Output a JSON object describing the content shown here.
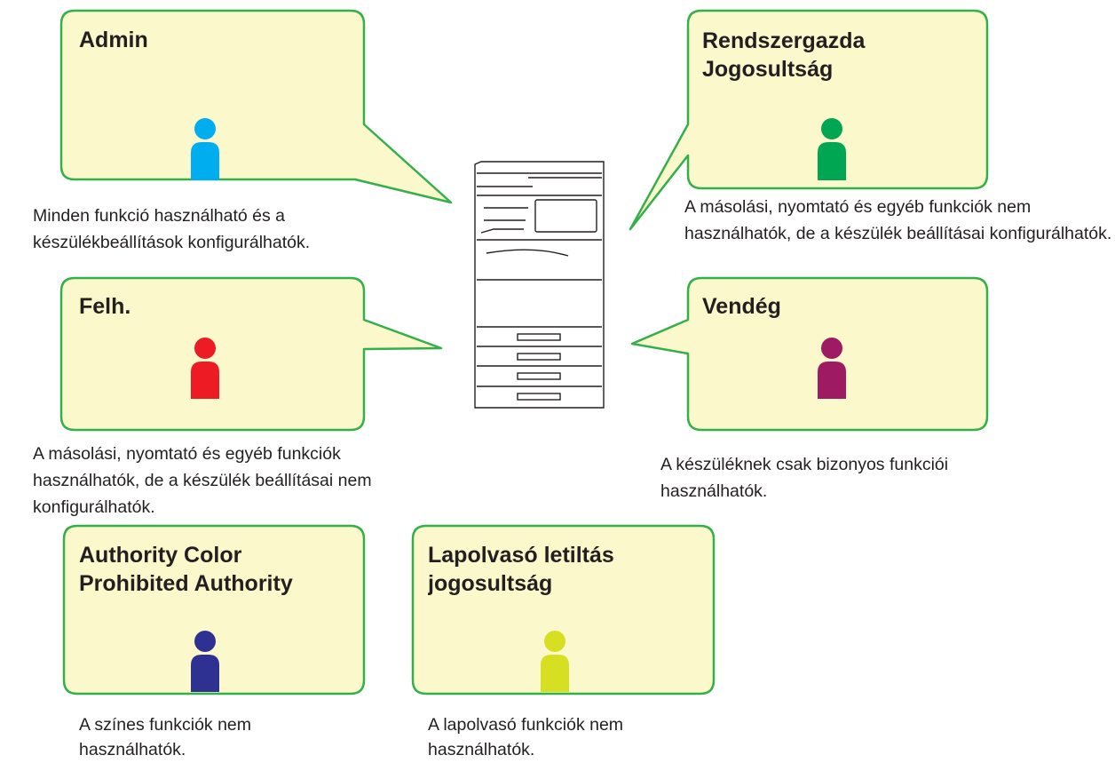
{
  "colors": {
    "bubble_fill": "#fbf9cc",
    "bubble_border": "#34b04a",
    "text": "#231f20"
  },
  "roles": [
    {
      "id": "admin",
      "title": "Admin",
      "description": "Minden funkció használható és a készülékbeállítások konfigurálhatók.",
      "icon": "person-icon",
      "icon_color": "#00aeef"
    },
    {
      "id": "system-admin",
      "title": "Rendszergazda Jogosultság",
      "description": "A másolási, nyomtató és egyéb funkciók nem használhatók, de a készülék beállításai konfigurálhatók.",
      "icon": "person-icon",
      "icon_color": "#00a651"
    },
    {
      "id": "user",
      "title": "Felh.",
      "description": "A másolási, nyomtató és egyéb funkciók használhatók, de a készülék beállításai nem konfigurálhatók.",
      "icon": "person-icon",
      "icon_color": "#ed1c24"
    },
    {
      "id": "guest",
      "title": "Vendég",
      "description": "A készüléknek csak bizonyos funkciói használhatók.",
      "icon": "person-icon",
      "icon_color": "#9e1b63"
    },
    {
      "id": "color-prohibited",
      "title": "Authority Color Prohibited Authority",
      "description": "A színes funkciók nem használhatók.",
      "icon": "person-icon",
      "icon_color": "#2e3192"
    },
    {
      "id": "scan-prohibited",
      "title": "Lapolvasó letiltás jogosultság",
      "description": "A lapolvasó funkciók nem használhatók.",
      "icon": "person-icon",
      "icon_color": "#d7df23"
    }
  ],
  "device": {
    "icon": "multifunction-printer-icon"
  }
}
